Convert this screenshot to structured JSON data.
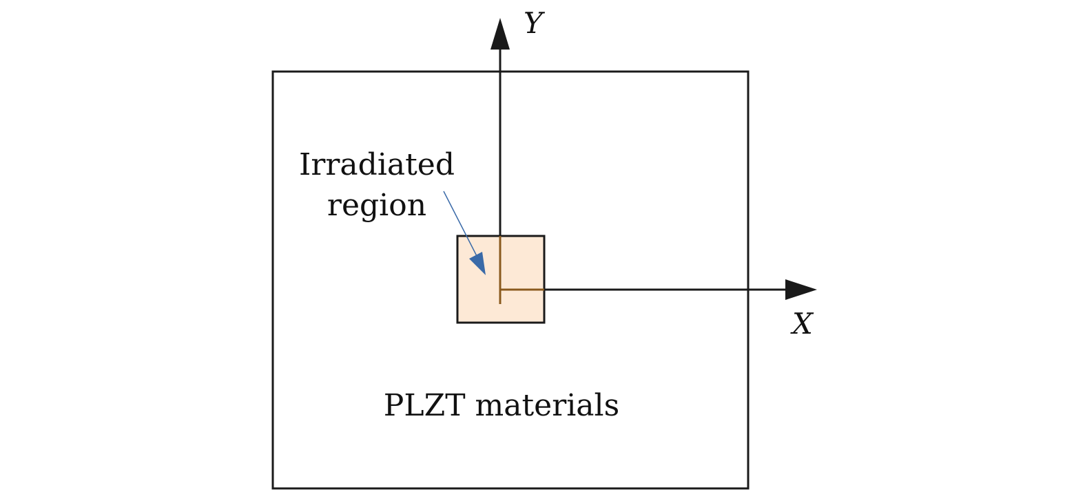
{
  "labels": {
    "y_axis": "Y",
    "x_axis": "X",
    "irradiated_line1": "Irradiated",
    "irradiated_line2": "region",
    "material": "PLZT materials"
  },
  "colors": {
    "stroke": "#1a1a1a",
    "irradiated_fill": "#fde9d6",
    "irradiated_axis": "#8a5a1e",
    "pointer_arrow": "#3a6aa8"
  }
}
